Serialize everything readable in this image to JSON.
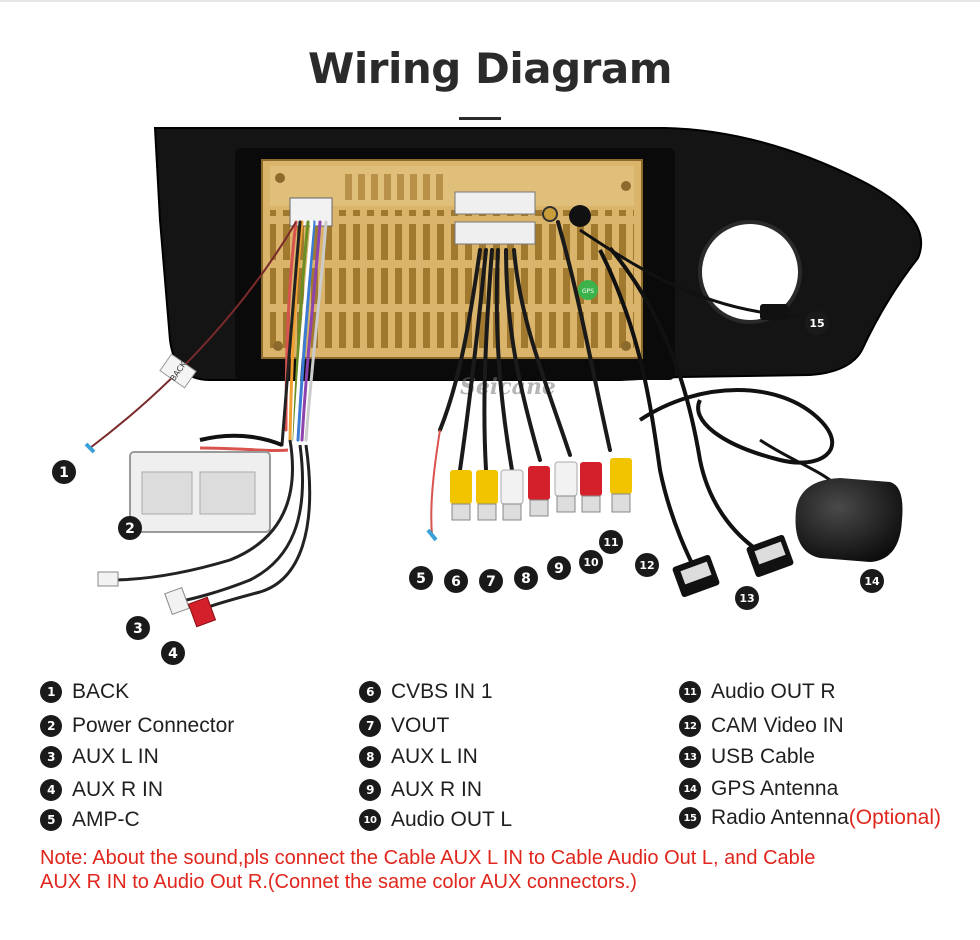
{
  "title": "Wiring Diagram",
  "watermark": "Seicane",
  "unit_labels": {
    "back_tag": "BACK",
    "green_badge": "GPS"
  },
  "callouts": [
    "1",
    "2",
    "3",
    "4",
    "5",
    "6",
    "7",
    "8",
    "9",
    "10",
    "11",
    "12",
    "13",
    "14",
    "15"
  ],
  "legend": [
    {
      "num": "1",
      "label": "BACK"
    },
    {
      "num": "2",
      "label": "Power Connector"
    },
    {
      "num": "3",
      "label": "AUX L IN"
    },
    {
      "num": "4",
      "label": "AUX R IN"
    },
    {
      "num": "5",
      "label": "AMP-C"
    },
    {
      "num": "6",
      "label": "CVBS IN 1"
    },
    {
      "num": "7",
      "label": "VOUT"
    },
    {
      "num": "8",
      "label": "AUX L IN"
    },
    {
      "num": "9",
      "label": "AUX R IN"
    },
    {
      "num": "10",
      "label": "Audio OUT L"
    },
    {
      "num": "11",
      "label": "Audio OUT R"
    },
    {
      "num": "12",
      "label": "CAM Video IN"
    },
    {
      "num": "13",
      "label": "USB Cable"
    },
    {
      "num": "14",
      "label": "GPS Antenna"
    },
    {
      "num": "15",
      "label": "Radio Antenna",
      "suffix": "(Optional)"
    }
  ],
  "note": {
    "line1": "Note: About the sound,pls connect the Cable AUX L IN to Cable Audio Out L, and Cable",
    "line2": "AUX R IN to  Audio Out R.(Connet the same color AUX connectors.)"
  },
  "colors": {
    "badge": "#1a1a1a",
    "note": "#e0261d",
    "unit_gold": "#d9b46a",
    "rca_yellow": "#f2c400",
    "rca_red": "#d4202a",
    "rca_white": "#f2f2f2"
  }
}
